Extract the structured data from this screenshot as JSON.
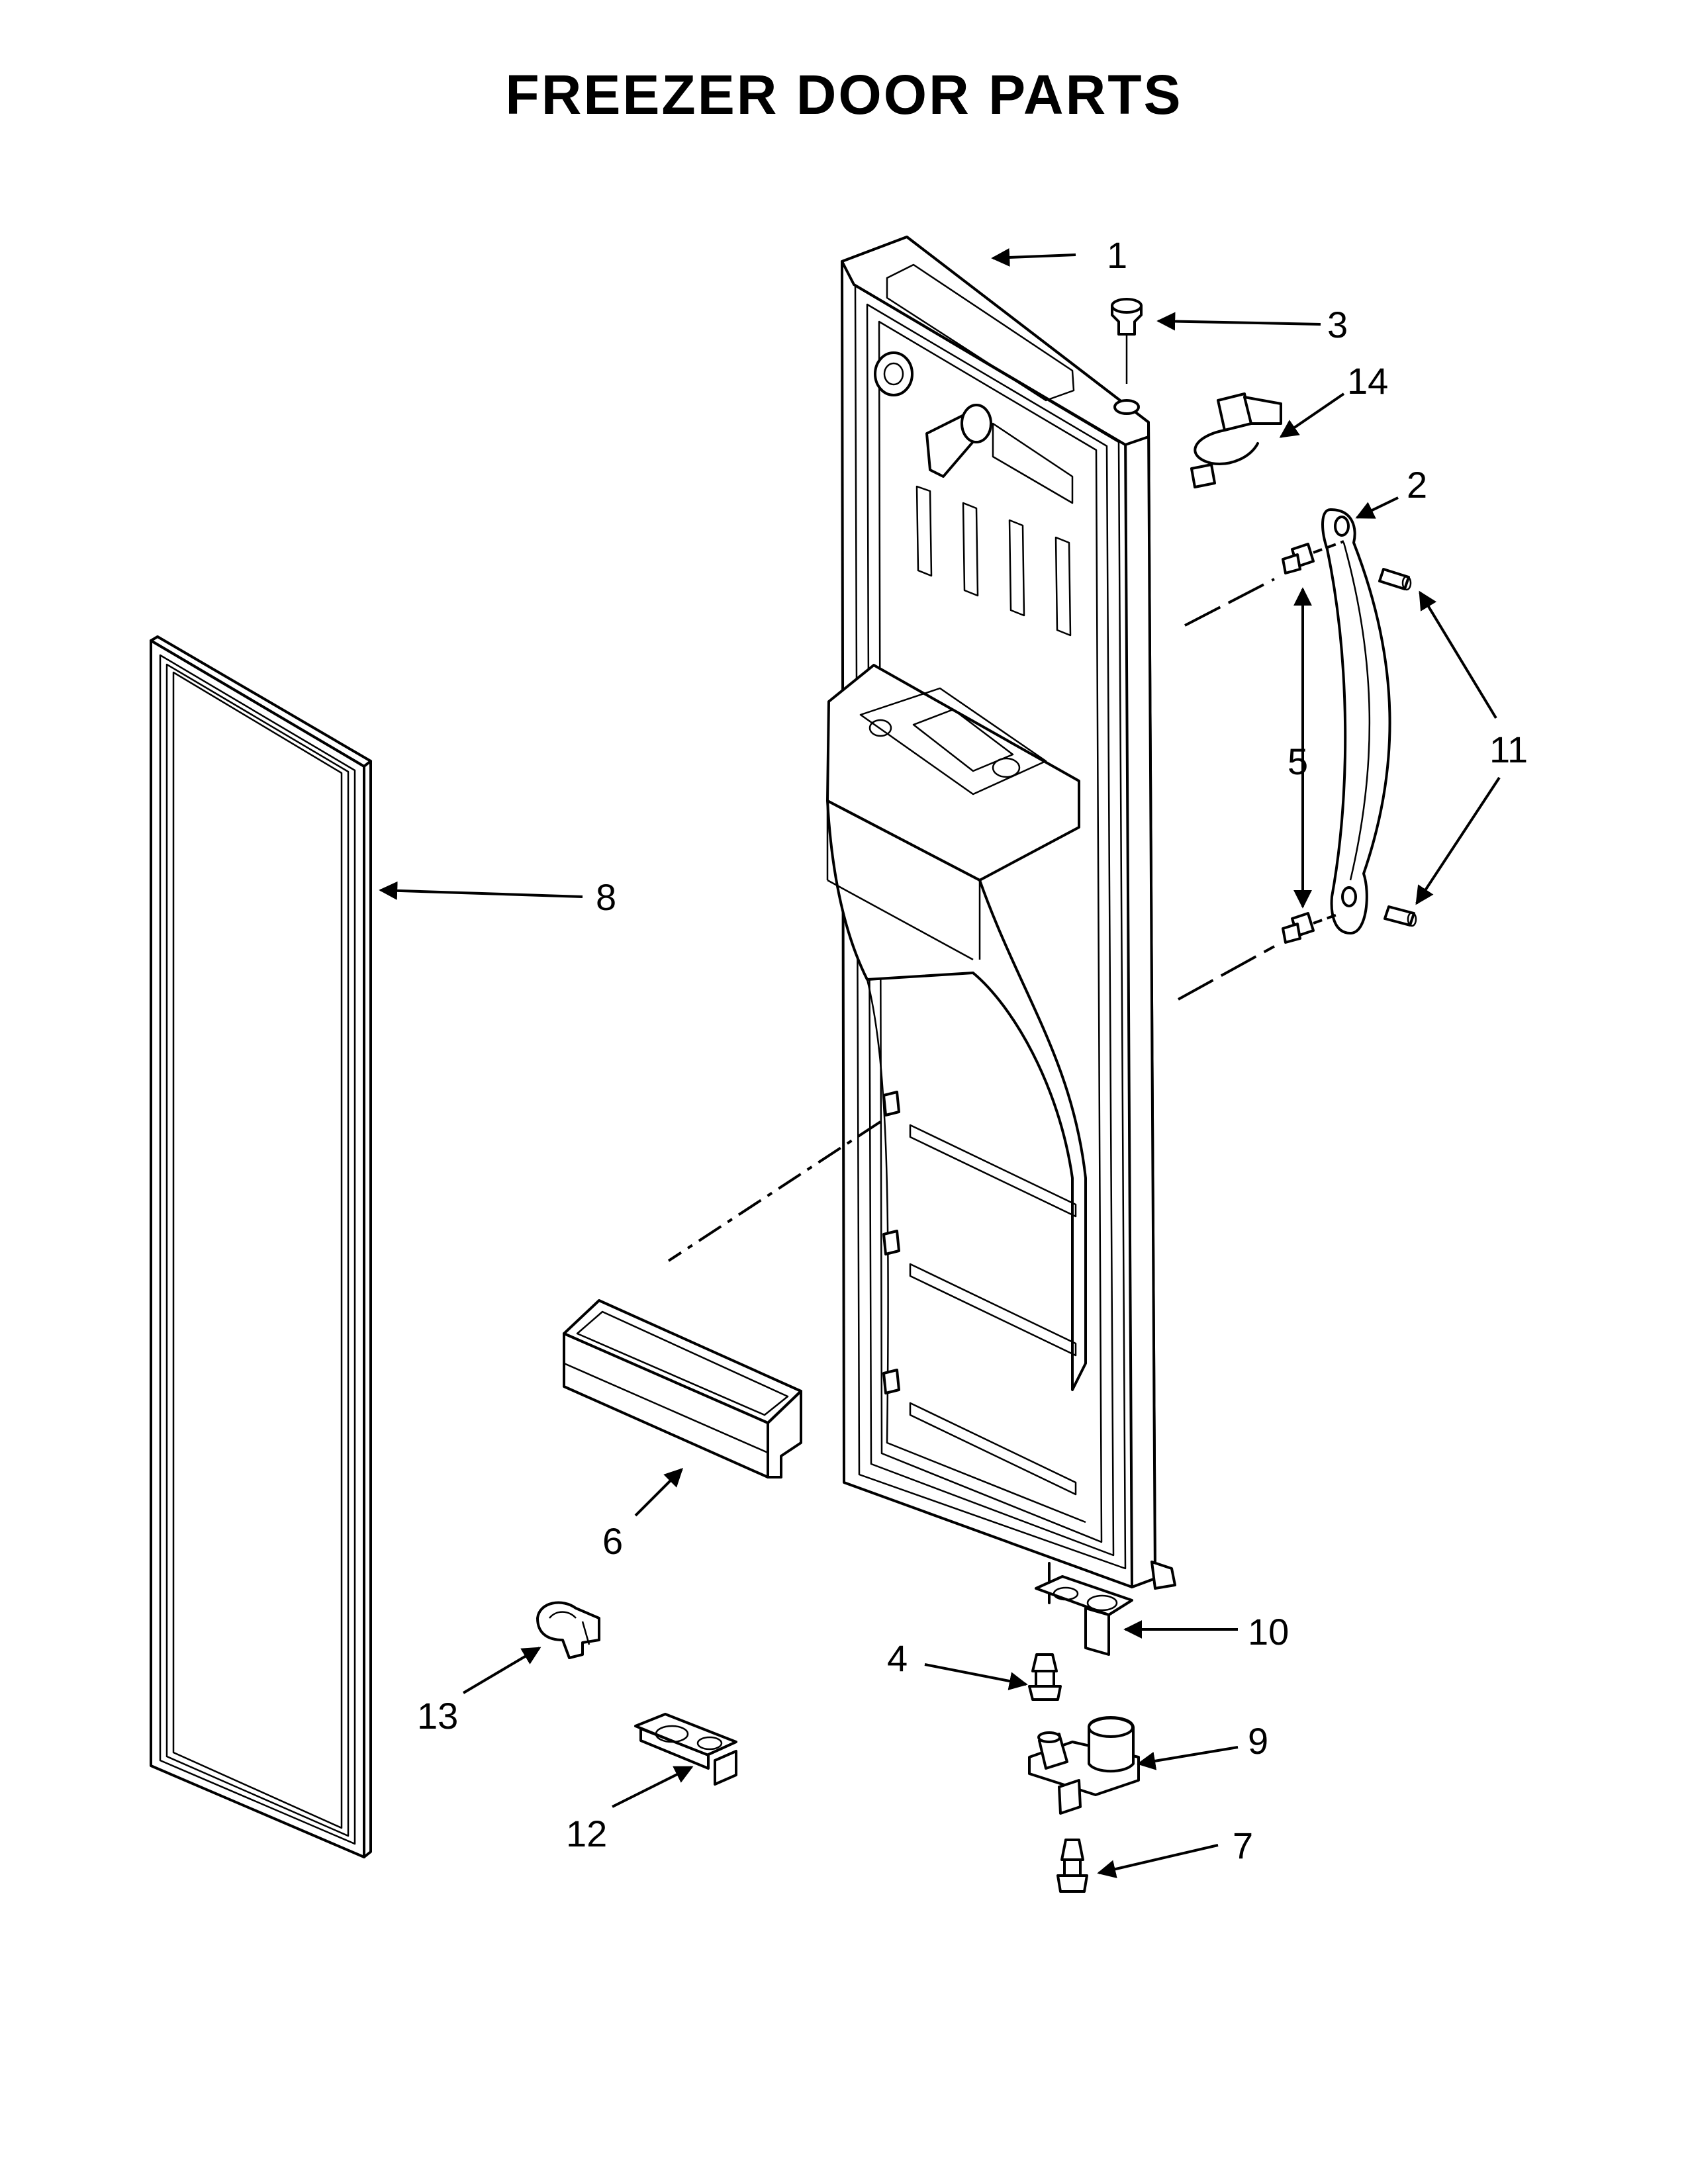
{
  "title": "FREEZER DOOR PARTS",
  "callouts": {
    "c1": "1",
    "c2": "2",
    "c3": "3",
    "c4": "4",
    "c5": "5",
    "c6": "6",
    "c7": "7",
    "c8": "8",
    "c9": "9",
    "c10": "10",
    "c11": "11",
    "c12": "12",
    "c13": "13",
    "c14": "14"
  }
}
